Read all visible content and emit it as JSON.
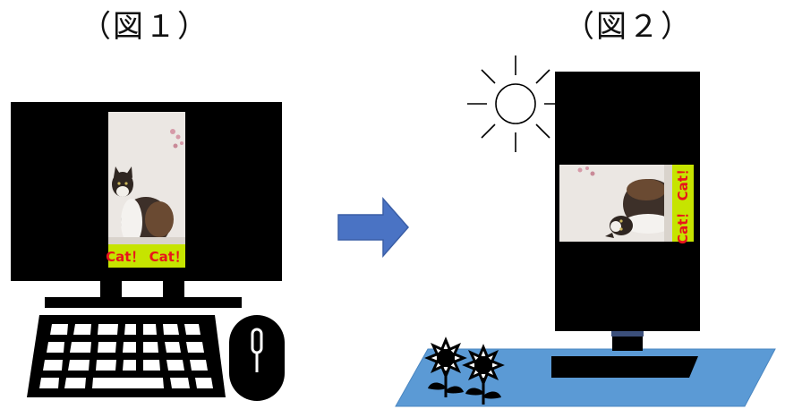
{
  "figure1": {
    "label": "（図１）",
    "caption": "Cat！ Cat！"
  },
  "figure2": {
    "label": "（図２）",
    "caption": "Cat！ Cat！"
  },
  "colors": {
    "screen": "#000000",
    "caption_bg": "#c6e400",
    "caption_text": "#e8141c",
    "arrow": "#4a73c4",
    "mat": "#5b9ad5",
    "photo_wall": "#e8e4e0"
  },
  "icons": [
    "sun-icon",
    "sunflower-icon",
    "arrow-right-icon"
  ]
}
